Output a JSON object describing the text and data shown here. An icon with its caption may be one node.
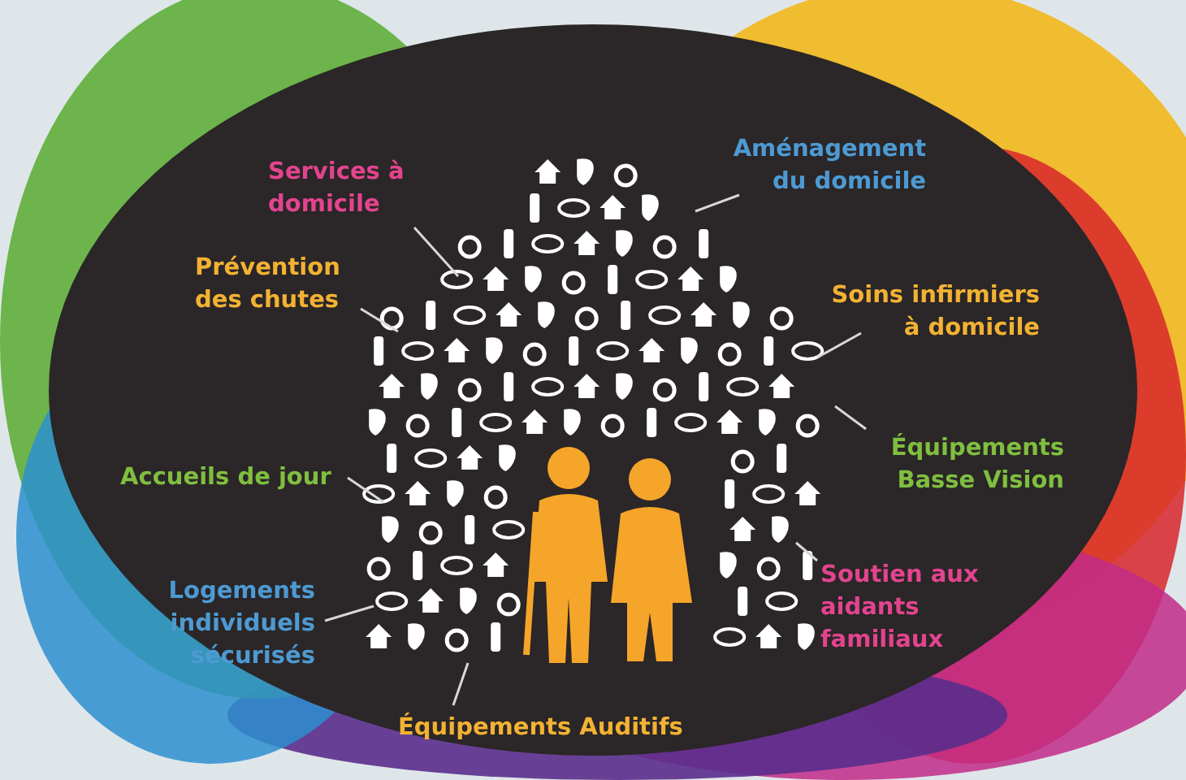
{
  "diagram": {
    "nodes": [
      {
        "text": [],
        "shape": "picture"
      },
      {
        "text": [
          "Services à domicile"
        ]
      },
      {
        "text": [
          "Aménagement du domicile"
        ]
      },
      {
        "text": [
          "Prévention des chutes"
        ]
      },
      {
        "text": [
          "Soins infirmiers à domicile"
        ]
      },
      {
        "text": [
          "Équipements Basse Vision"
        ]
      },
      {
        "text": [
          "Accueils de jour"
        ]
      },
      {
        "text": [
          "Logements individuels sécurisés"
        ]
      },
      {
        "text": [
          "Soutien aux aidants familiaux"
        ]
      },
      {
        "text": [
          "Équipements Auditifs"
        ]
      }
    ],
    "edges": [
      {
        "from": 1,
        "to": 0,
        "arrow": "none"
      },
      {
        "from": 2,
        "to": 0,
        "arrow": "none"
      },
      {
        "from": 3,
        "to": 0,
        "arrow": "none"
      },
      {
        "from": 4,
        "to": 0,
        "arrow": "none"
      },
      {
        "from": 5,
        "to": 0,
        "arrow": "none"
      },
      {
        "from": 6,
        "to": 0,
        "arrow": "none"
      },
      {
        "from": 7,
        "to": 0,
        "arrow": "none"
      },
      {
        "from": 8,
        "to": 0,
        "arrow": "none"
      },
      {
        "from": 9,
        "to": 0,
        "arrow": "none"
      }
    ]
  }
}
